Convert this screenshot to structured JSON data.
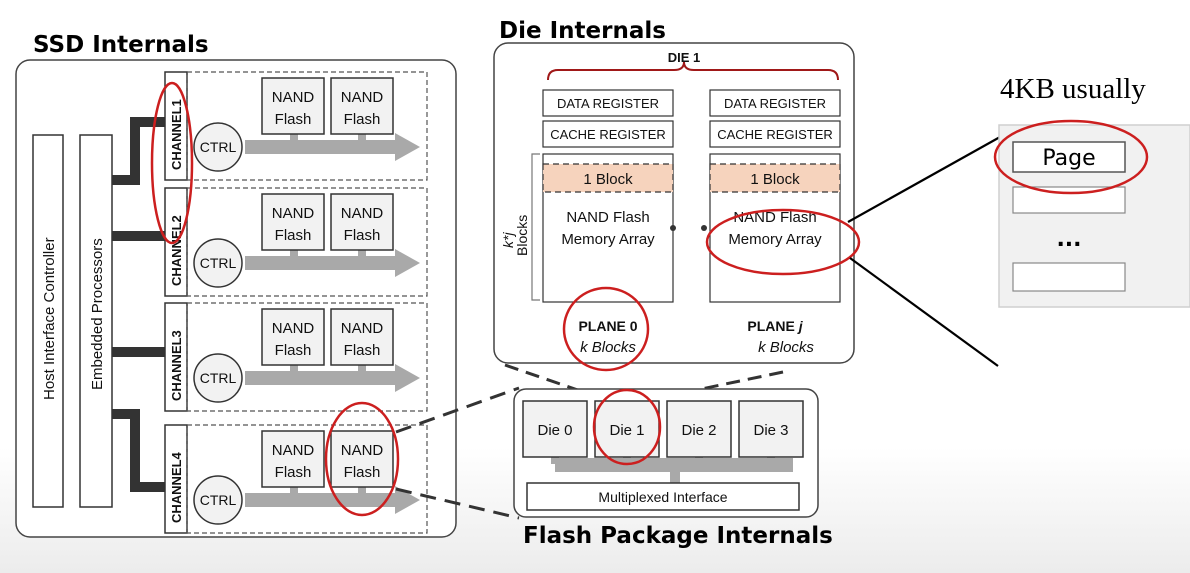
{
  "ssd": {
    "title": "SSD Internals",
    "host_interface_controller": "Host Interface Controller",
    "embedded_processors": "Embedded Processors",
    "ctrl_label": "CTRL",
    "nand_line1": "NAND",
    "nand_line2": "Flash",
    "channels": [
      "CHANNEL1",
      "CHANNEL2",
      "CHANNEL3",
      "CHANNEL4"
    ]
  },
  "die_internals": {
    "title": "Die Internals",
    "die_label": "DIE 1",
    "data_register": "DATA REGISTER",
    "cache_register": "CACHE REGISTER",
    "block_label": "1 Block",
    "array_line1": "NAND Flash",
    "array_line2": "Memory Array",
    "blocks_axis_kj": "k*j",
    "blocks_axis_label": "Blocks",
    "plane0_name": "PLANE 0",
    "plane0_blocks": "k Blocks",
    "planej_name_prefix": "PLANE",
    "planej_name_var": "j",
    "planej_blocks": "k Blocks"
  },
  "flash_package": {
    "title": "Flash Package Internals",
    "dies": [
      "Die 0",
      "Die 1",
      "Die 2",
      "Die 3"
    ],
    "interface_label": "Multiplexed Interface"
  },
  "page_callout": {
    "caption": "4KB usually",
    "page_label": "Page",
    "ellipsis": "..."
  },
  "colors": {
    "highlight_red": "#cc1f1f",
    "block_fill": "#f6d3bd",
    "arrow_gray": "#a9a9a9",
    "bus_dark": "#333333"
  }
}
